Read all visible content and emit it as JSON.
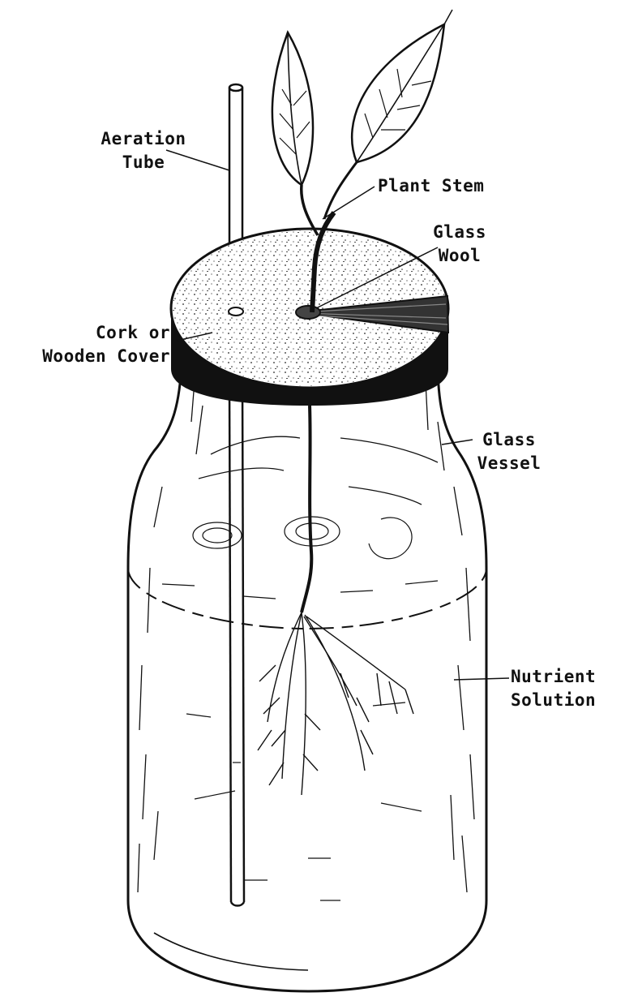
{
  "labels": {
    "aeration_tube": [
      "Aeration",
      "Tube"
    ],
    "plant_stem": "Plant Stem",
    "glass_wool": [
      "Glass",
      "Wool"
    ],
    "cork_cover": [
      "Cork or",
      "Wooden Cover"
    ],
    "glass_vessel": [
      "Glass",
      "Vessel"
    ],
    "nutrient_solution": [
      "Nutrient",
      "Solution"
    ]
  },
  "colors": {
    "ink": "#111111",
    "paper": "#ffffff"
  }
}
